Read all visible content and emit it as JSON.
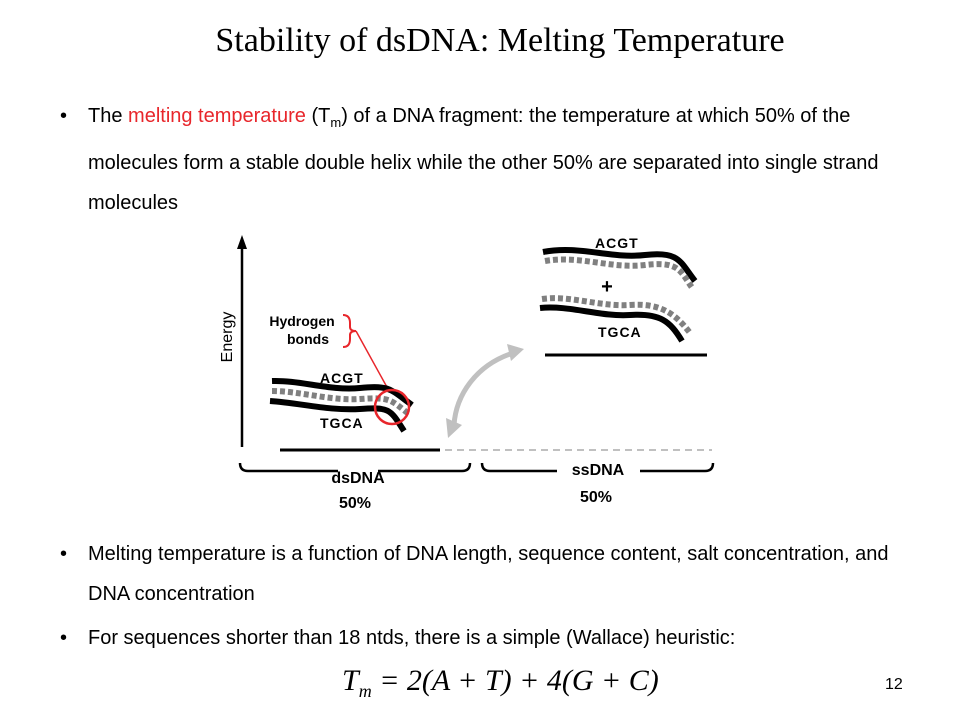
{
  "slide": {
    "title": "Stability of dsDNA: Melting Temperature",
    "page_number": "12",
    "bullets": [
      {
        "marker": "•",
        "prefix": "The ",
        "highlight": "melting temperature",
        "mid": " (T",
        "sub": "m",
        "rest": ") of a DNA fragment: the temperature at which 50% of the molecules form a stable double helix while the other 50% are separated into single strand molecules"
      },
      {
        "marker": "•",
        "text": "Melting temperature is a function of DNA length, sequence content, salt concentration, and DNA concentration"
      },
      {
        "marker": "•",
        "text": "For sequences shorter than 18 ntds, there is a simple (Wallace) heuristic:"
      }
    ],
    "formula": {
      "lhs": "T",
      "lhs_sub": "m",
      "rhs": " = 2(A + T) + 4(G + C)"
    }
  },
  "diagram": {
    "y_axis_label": "Energy",
    "hbond_label_line1": "Hydrogen",
    "hbond_label_line2": "bonds",
    "ds_top_seq": "ACGT",
    "ds_bottom_seq": "TGCA",
    "ss_top_seq": "ACGT",
    "ss_bottom_seq": "TGCA",
    "plus": "+",
    "ds_label": "dsDNA",
    "ds_pct": "50%",
    "ss_label": "ssDNA",
    "ss_pct": "50%",
    "colors": {
      "highlight": "#e8262b",
      "bonds": "#808080",
      "arrow": "#c0c0c0"
    }
  }
}
